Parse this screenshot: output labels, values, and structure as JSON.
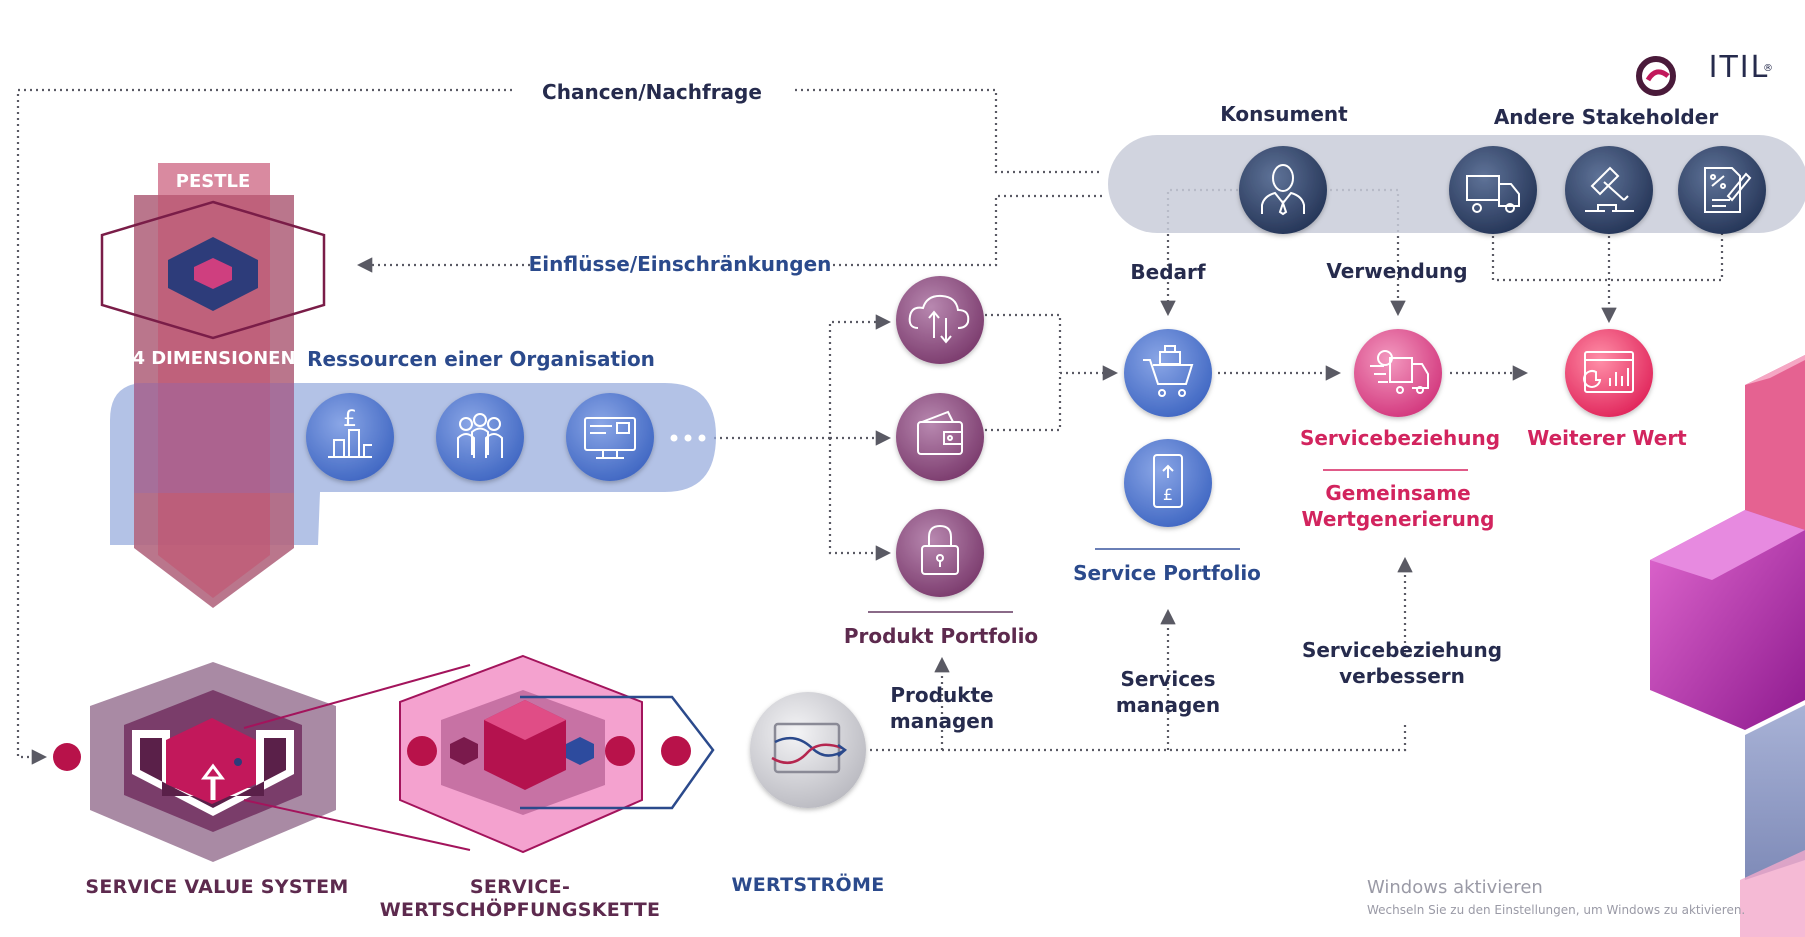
{
  "logo": {
    "text": "ITIL",
    "mark": "®"
  },
  "labels": {
    "chancen": "Chancen/Nachfrage",
    "einfluesse": "Einflüsse/Einschränkungen",
    "pestle": "PESTLE",
    "dimensionen": "4 DIMENSIONEN",
    "ressourcen": "Ressourcen einer Organisation",
    "konsument": "Konsument",
    "andere_stakeholder": "Andere Stakeholder",
    "bedarf": "Bedarf",
    "verwendung": "Verwendung",
    "servicebeziehung": "Servicebeziehung",
    "weiterer_wert": "Weiterer Wert",
    "gemeinsame_1": "Gemeinsame",
    "gemeinsame_2": "Wertgenerierung",
    "service_portfolio": "Service Portfolio",
    "produkt_portfolio": "Produkt Portfolio",
    "produkte_managen_1": "Produkte",
    "produkte_managen_2": "managen",
    "services_managen_1": "Services",
    "services_managen_2": "managen",
    "verbessern_1": "Servicebeziehung",
    "verbessern_2": "verbessern",
    "svs": "SERVICE VALUE SYSTEM",
    "svc_1": "SERVICE-",
    "svc_2": "WERTSCHÖPFUNGSKETTE",
    "wertstroeme": "WERTSTRÖME"
  },
  "icons": {
    "resources": [
      "pound-chart-icon",
      "people-icon",
      "monitor-icon"
    ],
    "products": [
      "cloud-sync-icon",
      "wallet-icon",
      "padlock-icon"
    ],
    "stakeholders": [
      "consumer-person-icon",
      "delivery-truck-icon",
      "gavel-icon",
      "tax-document-icon"
    ],
    "services": [
      "shopping-cart-icon",
      "mobile-payment-icon"
    ],
    "relationship": "fast-delivery-icon",
    "value": "dashboard-icon",
    "wertstroeme": "value-stream-icon"
  },
  "watermark": {
    "line1": "Windows aktivieren",
    "line2": "Wechseln Sie zu den Einstellungen, um Windows zu aktivieren."
  },
  "colors": {
    "navy": "#262b4d",
    "blue": "#2b4a8c",
    "plum": "#5d2a4e",
    "pink": "#d2245e",
    "magenta": "#b1287f"
  }
}
